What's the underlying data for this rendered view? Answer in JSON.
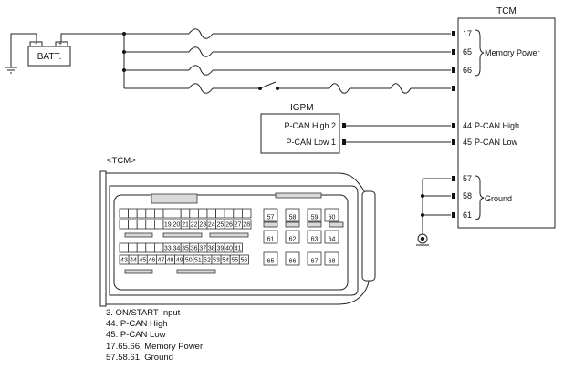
{
  "tcm_box": {
    "title": "TCM",
    "pins": [
      {
        "num": "17"
      },
      {
        "num": "65"
      },
      {
        "num": "66"
      },
      {
        "num": ""
      },
      {
        "num": "44",
        "label": "P-CAN High"
      },
      {
        "num": "45",
        "label": "P-CAN Low"
      },
      {
        "num": "57"
      },
      {
        "num": "58"
      },
      {
        "num": "61"
      }
    ],
    "memory_power_label": "Memory Power",
    "ground_label": "Ground"
  },
  "battery": {
    "label": "BATT."
  },
  "igpm": {
    "title": "IGPM",
    "pins": [
      "P-CAN High 2",
      "P-CAN Low 1"
    ]
  },
  "connector": {
    "title": "<TCM>",
    "row1": [
      "19",
      "20",
      "21",
      "22",
      "23",
      "24",
      "25",
      "26",
      "27",
      "28"
    ],
    "row2": [
      "33",
      "34",
      "35",
      "36",
      "37",
      "38",
      "39",
      "40",
      "41"
    ],
    "row3": [
      "43",
      "44",
      "45",
      "46",
      "47",
      "48",
      "49",
      "50",
      "51",
      "52",
      "53",
      "54",
      "55",
      "56"
    ],
    "right_cells": [
      "57",
      "58",
      "59",
      "60",
      "61",
      "62",
      "63",
      "64",
      "65",
      "66",
      "67",
      "68"
    ]
  },
  "legend": [
    "3. ON/START Input",
    "44. P-CAN High",
    "45. P-CAN Low",
    "17.65.66. Memory Power",
    "57.58.61. Ground"
  ]
}
